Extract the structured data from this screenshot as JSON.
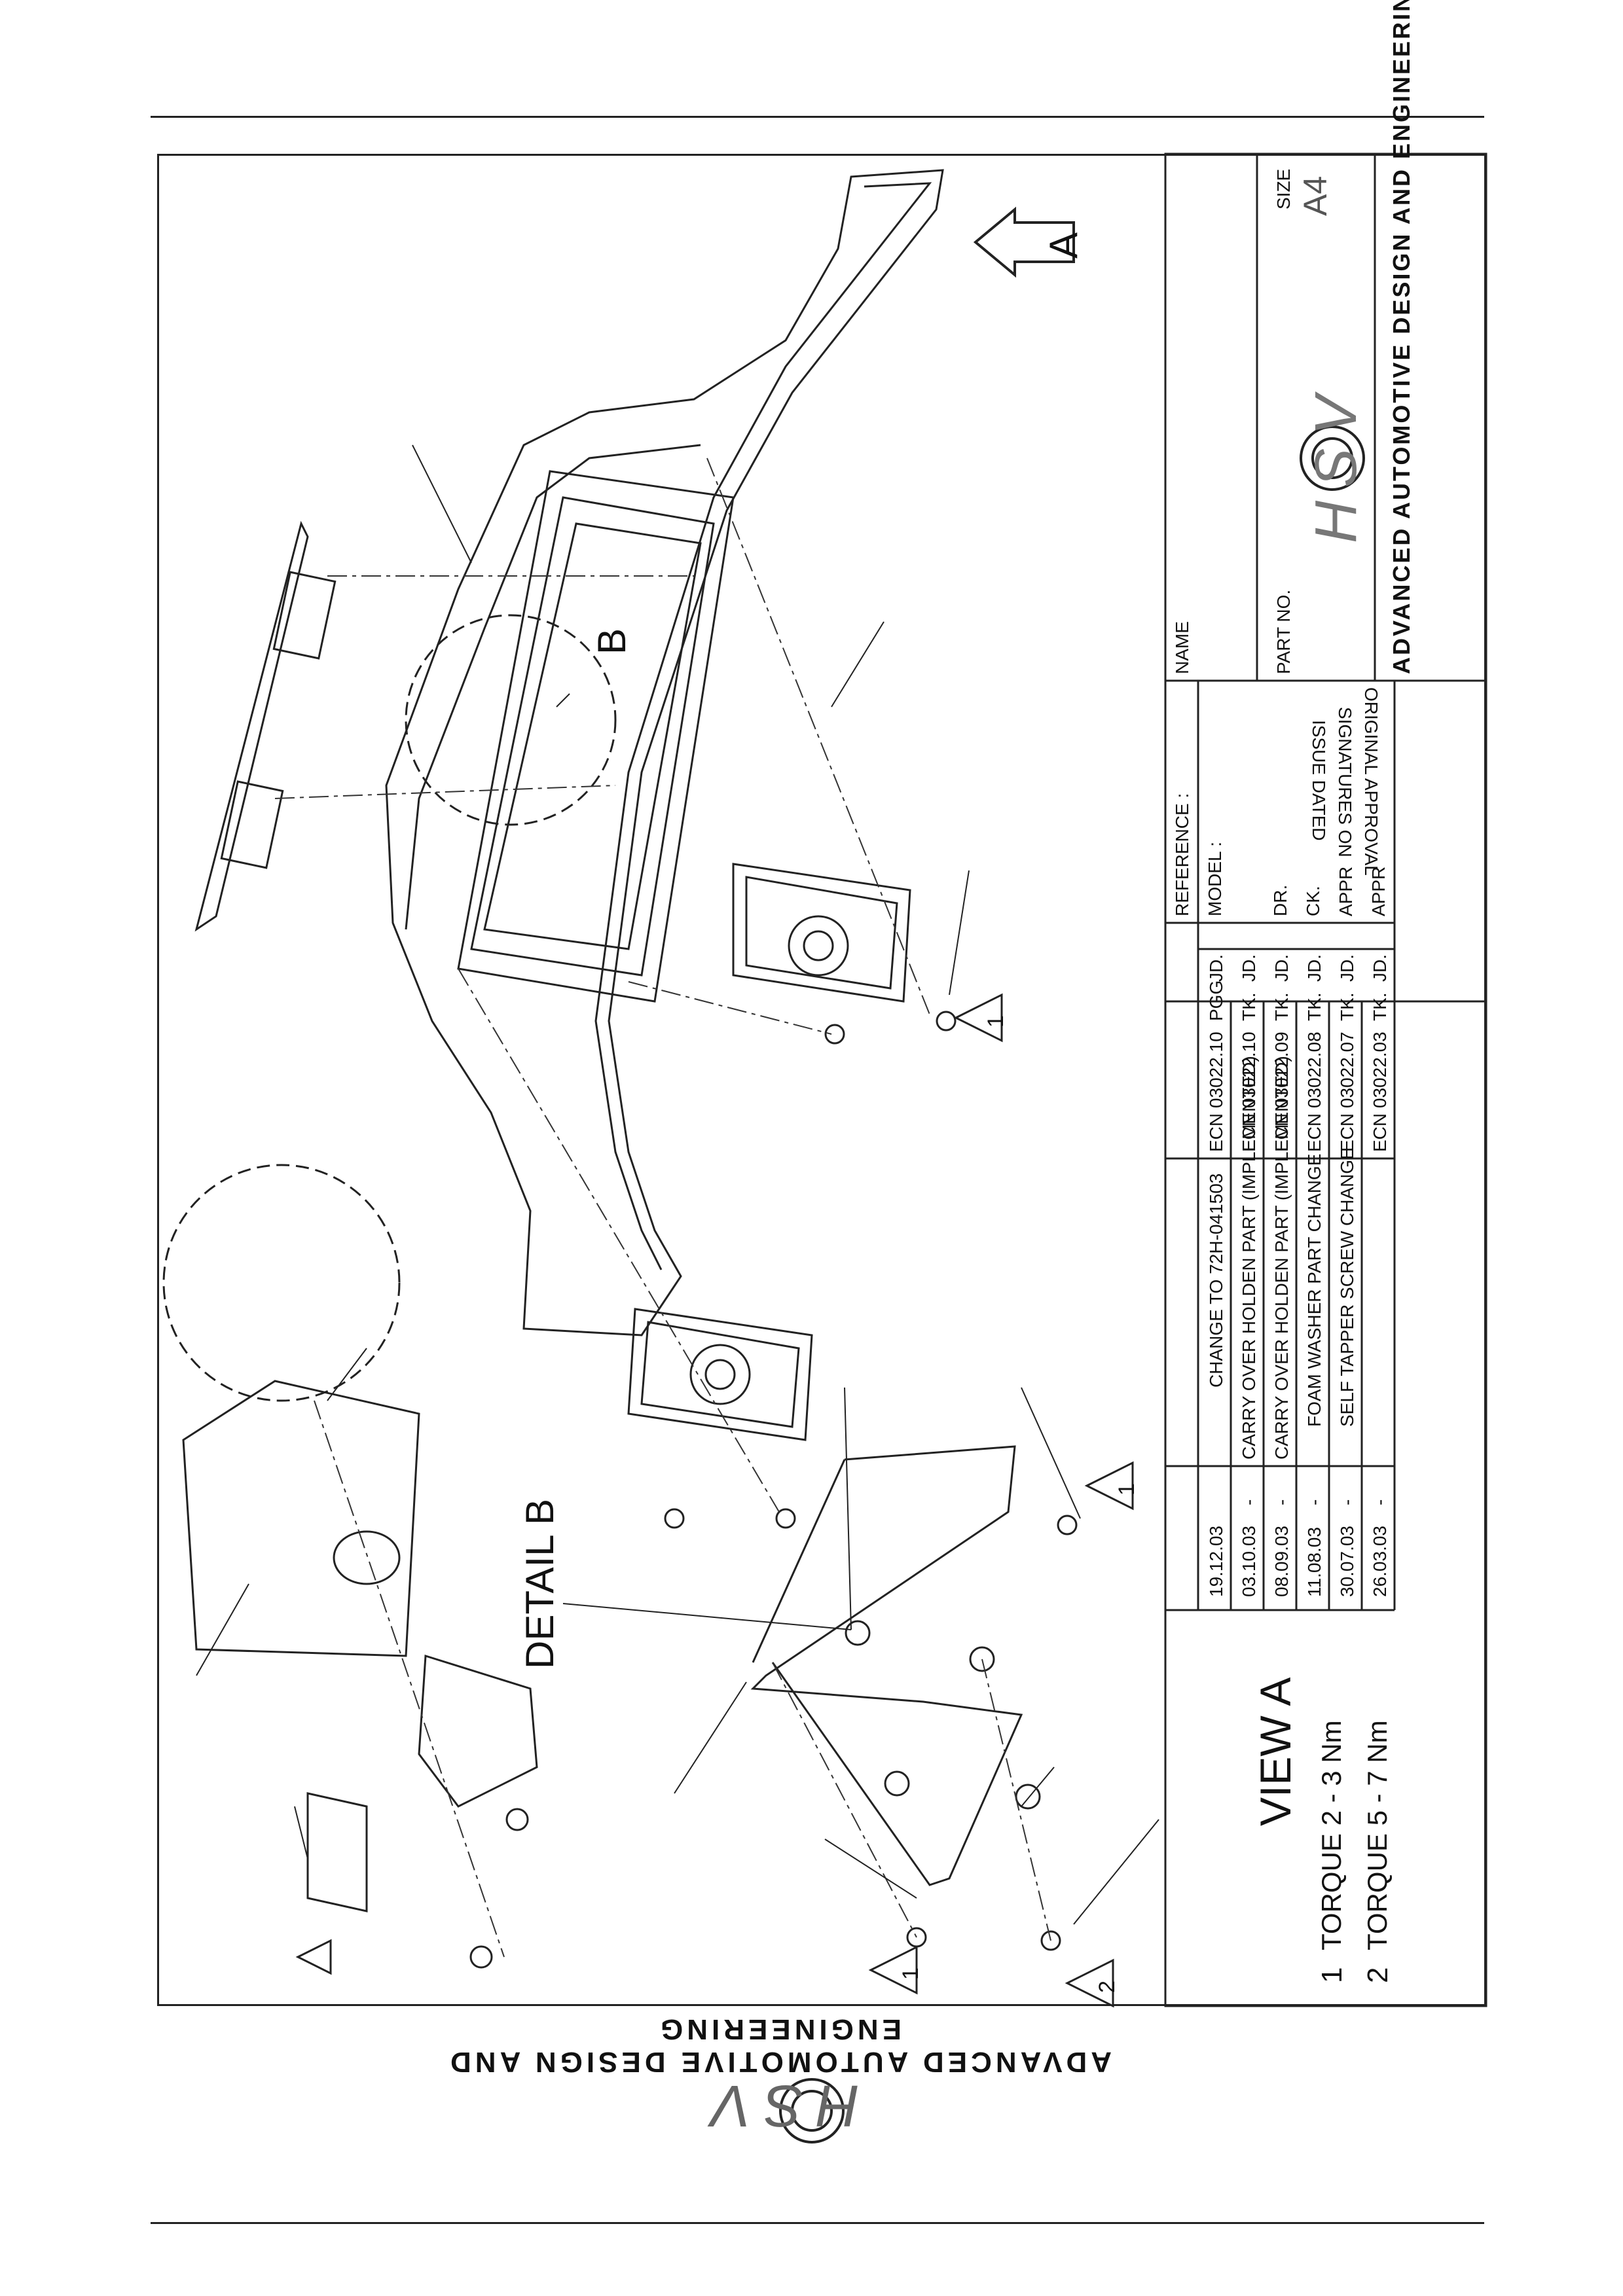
{
  "title_block": {
    "name_label": "NAME",
    "part_no_label": "PART NO.",
    "size_label": "SIZE",
    "size_value": "A4",
    "reference_label": "REFERENCE :",
    "model_label": "MODEL :",
    "dr_label": "DR.",
    "ck_label": "CK.",
    "appr_label_1": "APPR",
    "appr_label_2": "APPR",
    "original_approval": "ORIGINAL APPROVAL",
    "signatures_on": "SIGNATURES ON",
    "issue_dated": "ISSUE DATED",
    "company": "ADVANCED AUTOMOTIVE DESIGN AND ENGINEERING",
    "logo_text": "HSV"
  },
  "revisions": [
    {
      "date": "19.12.03",
      "mark": "",
      "description": "CHANGE TO 72H-041503",
      "ecn": "ECN 03022.10",
      "by": "PGG",
      "chk": "JD."
    },
    {
      "date": "03.10.03",
      "mark": "-",
      "description": "CARRY OVER HOLDEN PART (IMPLEMENTED)",
      "ecn": "ECN 03022.10",
      "by": "TK.",
      "chk": "JD."
    },
    {
      "date": "08.09.03",
      "mark": "-",
      "description": "CARRY OVER HOLDEN PART (IMPLEMENTED)",
      "ecn": "ECN 03022.09",
      "by": "TK.",
      "chk": "JD."
    },
    {
      "date": "11.08.03",
      "mark": "-",
      "description": "FOAM WASHER PART CHANGE",
      "ecn": "ECN 03022.08",
      "by": "TK.",
      "chk": "JD."
    },
    {
      "date": "30.07.03",
      "mark": "-",
      "description": "SELF TAPPER SCREW CHANGE",
      "ecn": "ECN 03022.07",
      "by": "TK.",
      "chk": "JD."
    },
    {
      "date": "26.03.03",
      "mark": "-",
      "description": "",
      "ecn": "ECN 03022.03",
      "by": "TK.",
      "chk": "JD."
    }
  ],
  "labels": {
    "view_a": "VIEW A",
    "detail_b": "DETAIL B",
    "arrow_a": "A",
    "callout_b": "B",
    "torque_1_symbol": "1",
    "torque_1": "TORQUE 2 - 3 Nm",
    "torque_2_symbol": "2",
    "torque_2": "TORQUE 5 - 7 Nm",
    "tri_1": "1",
    "tri_2": "2"
  },
  "footer": {
    "company_inverted": "ADVANCED AUTOMOTIVE DESIGN AND ENGINEERING",
    "logo_text": "HSV"
  }
}
